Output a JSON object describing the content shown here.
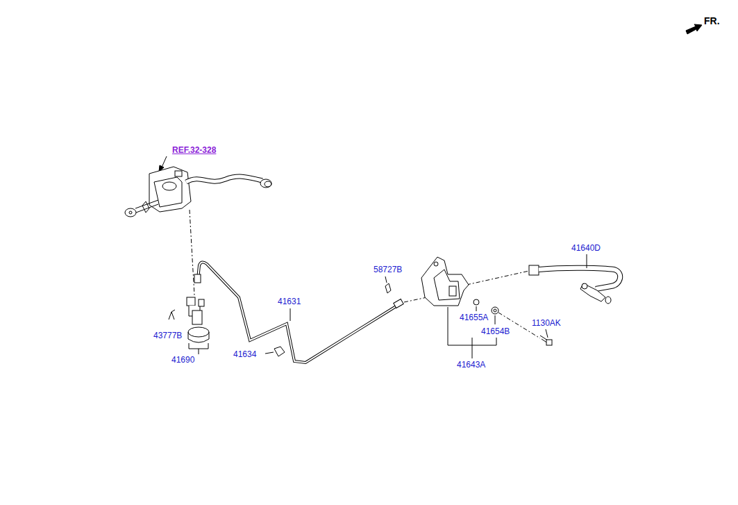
{
  "diagram": {
    "labels": [
      "FR.",
      "REF.32-328",
      "41640D",
      "58727B",
      "41631",
      "41655A",
      "41654B",
      "1130AK",
      "43777B",
      "41690",
      "41634",
      "41643A"
    ]
  }
}
